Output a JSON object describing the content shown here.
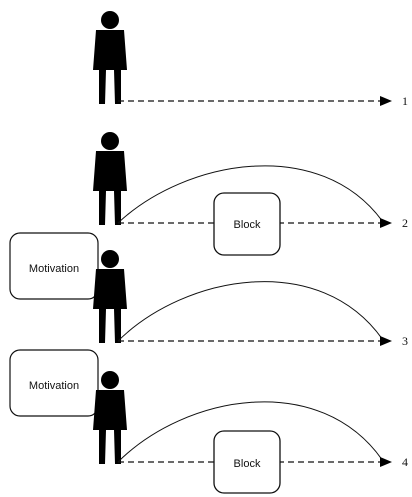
{
  "colors": {
    "figure": "#000000",
    "line": "#111111",
    "background": "#ffffff"
  },
  "icons": {
    "person": "person-icon",
    "arrowhead": "arrowhead-icon"
  },
  "rows": [
    {
      "number": "1",
      "has_motivation": false,
      "has_curve": false,
      "has_block": false,
      "motivation_label": "",
      "block_label": ""
    },
    {
      "number": "2",
      "has_motivation": false,
      "has_curve": true,
      "has_block": true,
      "motivation_label": "",
      "block_label": "Block"
    },
    {
      "number": "3",
      "has_motivation": true,
      "has_curve": true,
      "has_block": false,
      "motivation_label": "Motivation",
      "block_label": ""
    },
    {
      "number": "4",
      "has_motivation": true,
      "has_curve": true,
      "has_block": true,
      "motivation_label": "Motivation",
      "block_label": "Block"
    }
  ]
}
